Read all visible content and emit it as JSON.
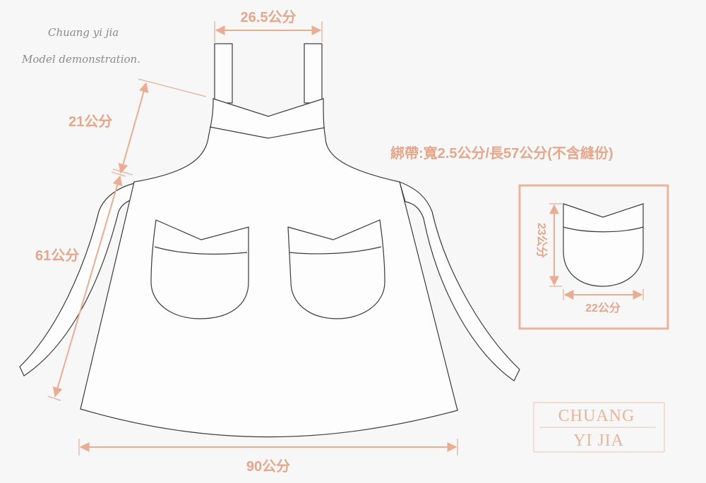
{
  "watermark": {
    "line1": "Chuang yi jia",
    "line2": "Model demonstration."
  },
  "dimensions": {
    "strap_spacing": "26.5公分",
    "bib_height": "21公分",
    "total_length": "61公分",
    "hem_width": "90公分"
  },
  "tie_note": "綁帶:寬2.5公分/長57公分(不含縫份)",
  "pocket_detail": {
    "height": "23公分",
    "width": "22公分"
  },
  "brand": {
    "line1": "CHUANG",
    "line2": "YI JIA"
  },
  "colors": {
    "accent": "#e8ad93",
    "outline": "#3a3a3a",
    "background": "#f7f7f7"
  }
}
